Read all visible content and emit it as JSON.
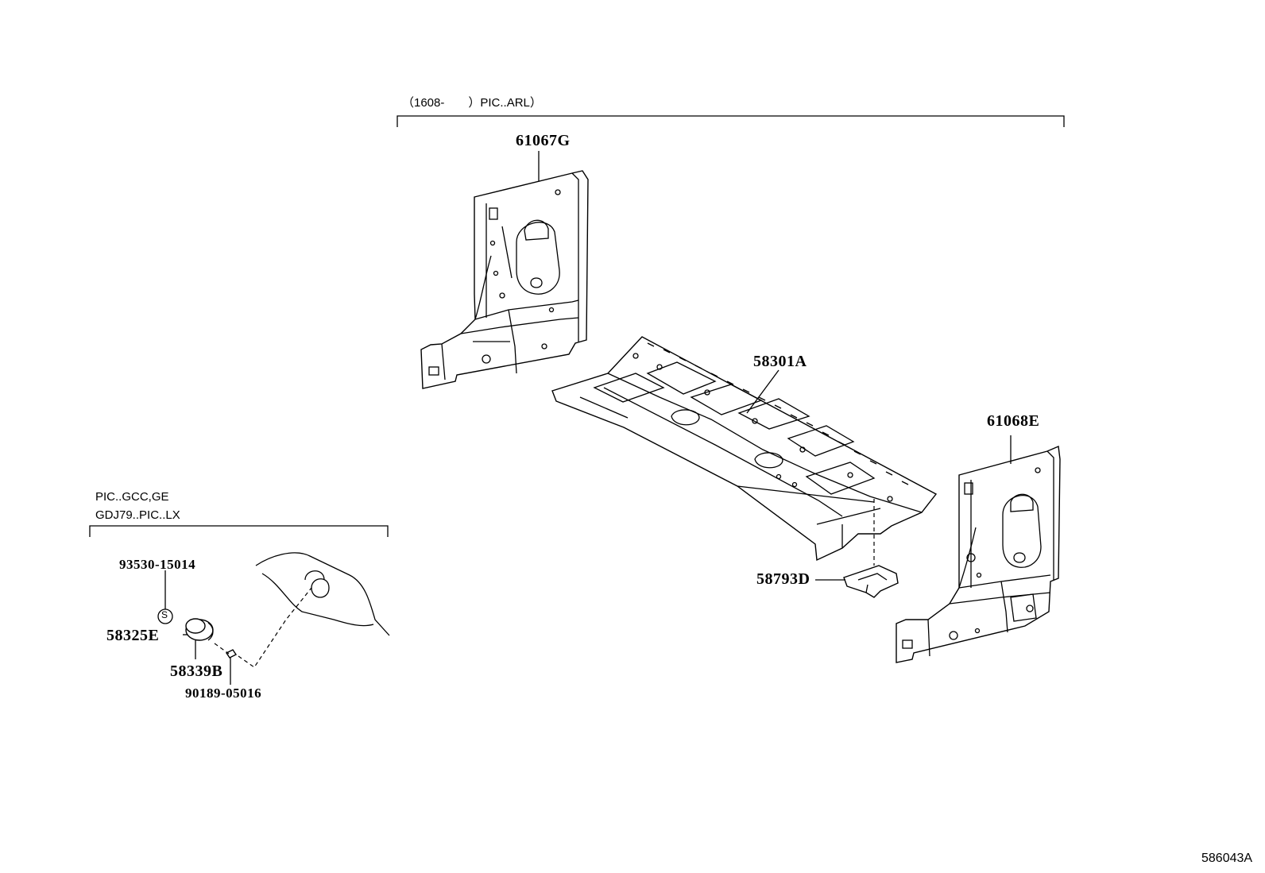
{
  "conditions": {
    "upper_range": "（1608-　　）PIC..ARL）",
    "lower_line1": "PIC..GCC,GE",
    "lower_line2": "GDJ79..PIC..LX"
  },
  "parts": {
    "p61067G": "61067G",
    "p58301A": "58301A",
    "p61068E": "61068E",
    "p58793D": "58793D",
    "p93530": "93530-15014",
    "p58325E": "58325E",
    "p58339B": "58339B",
    "p90189": "90189-05016"
  },
  "screw_symbol": "S",
  "diagram_ref": "586043A"
}
